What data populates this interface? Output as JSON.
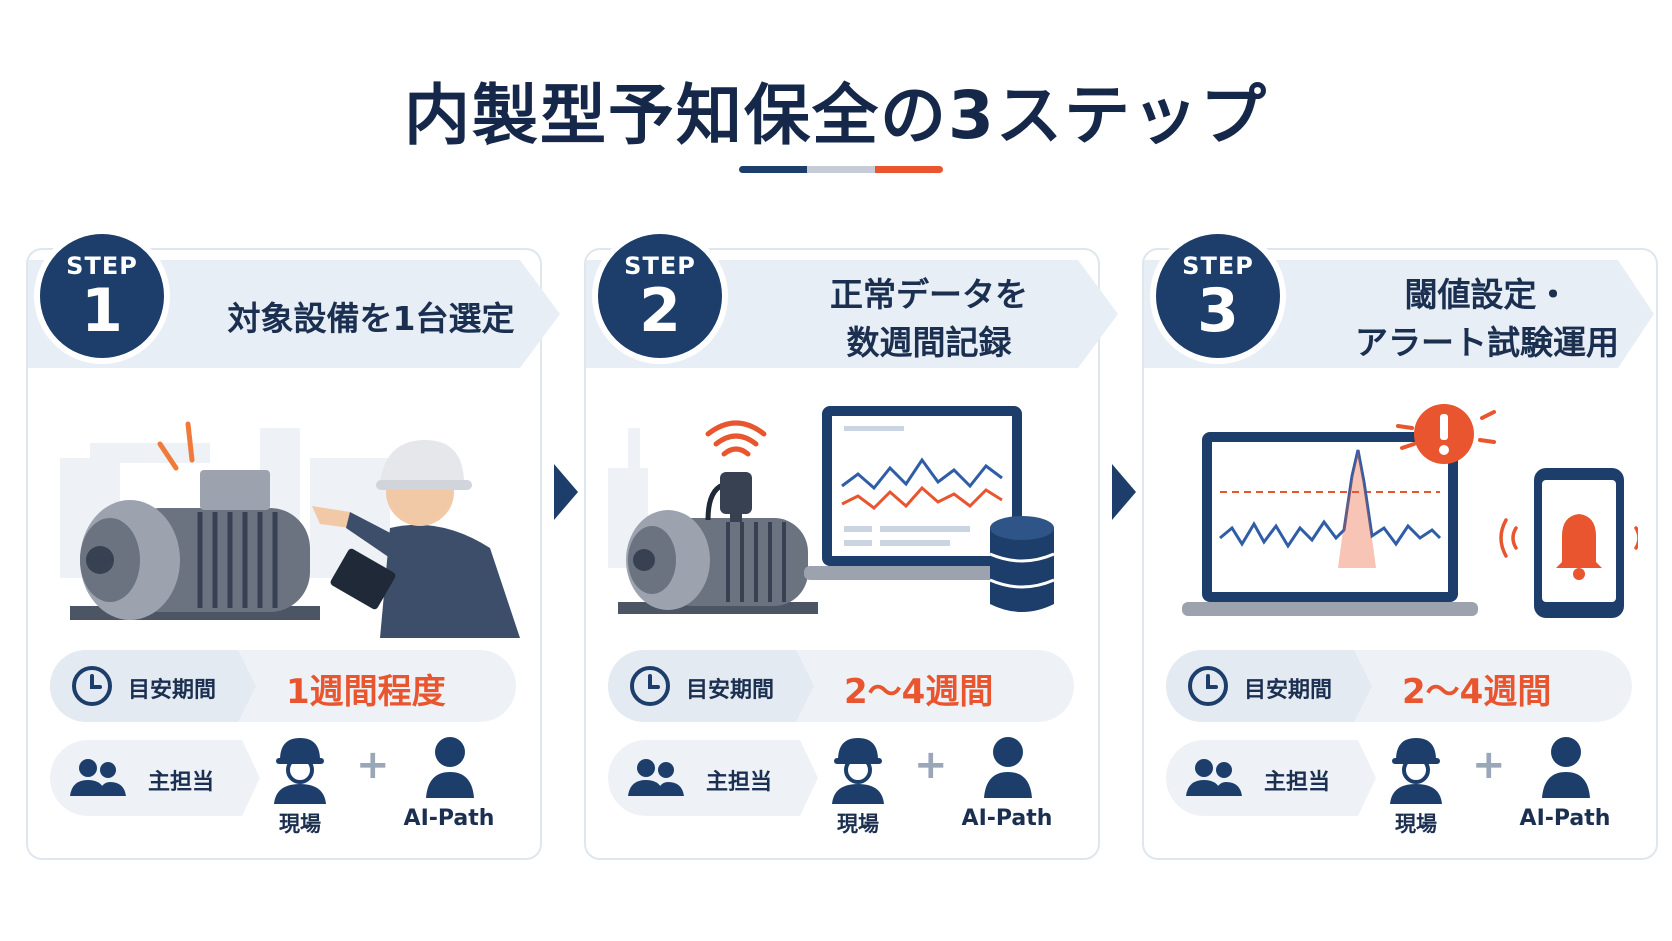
{
  "title": "内製型予知保全の3ステップ",
  "colors": {
    "navy": "#1d3e6a",
    "orange": "#e8552e",
    "gray": "#c5ccd6",
    "banner": "#e8eef5"
  },
  "steps": [
    {
      "step_label": "STEP",
      "number": "1",
      "title": "対象設備を1台選定",
      "period_label": "目安期間",
      "period_value": "1週間程度",
      "owner_label": "主担当",
      "owner_a": "現場",
      "owner_b": "AI-Path",
      "icons": [
        "motor-icon",
        "engineer-icon",
        "tablet-icon"
      ]
    },
    {
      "step_label": "STEP",
      "number": "2",
      "title": "正常データを\n数週間記録",
      "period_label": "目安期間",
      "period_value": "2〜4週間",
      "owner_label": "主担当",
      "owner_a": "現場",
      "owner_b": "AI-Path",
      "icons": [
        "motor-icon",
        "wireless-sensor-icon",
        "laptop-chart-icon",
        "database-icon"
      ]
    },
    {
      "step_label": "STEP",
      "number": "3",
      "title": "閾値設定・\nアラート試験運用",
      "period_label": "目安期間",
      "period_value": "2〜4週間",
      "owner_label": "主担当",
      "owner_a": "現場",
      "owner_b": "AI-Path",
      "icons": [
        "laptop-threshold-chart-icon",
        "warning-icon",
        "smartphone-bell-icon"
      ]
    }
  ]
}
